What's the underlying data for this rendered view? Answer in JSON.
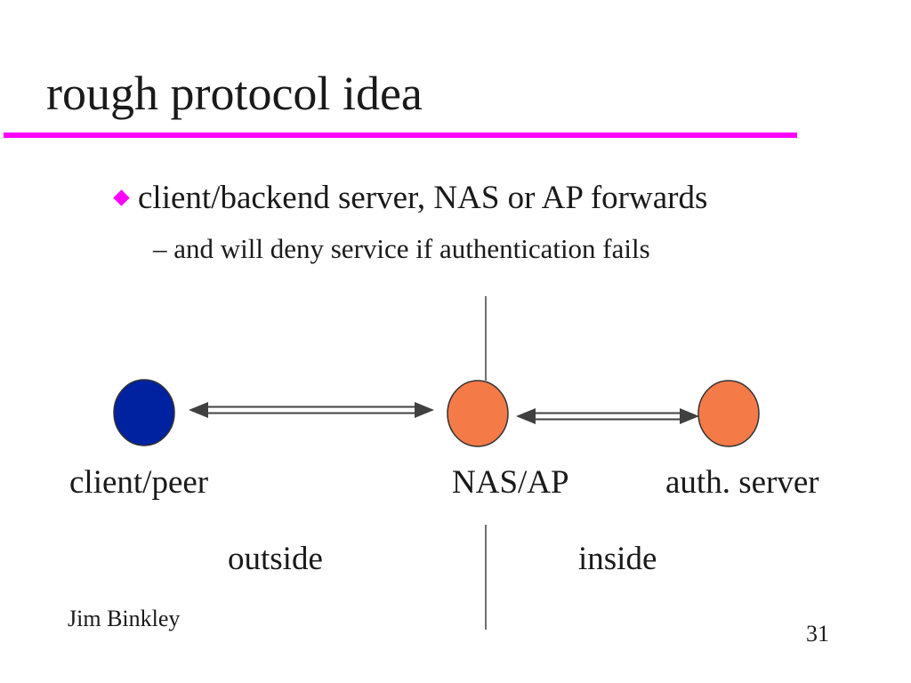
{
  "slide": {
    "title": "rough protocol idea",
    "bullet": "client/backend server, NAS or AP forwards",
    "sub_bullet": "– and will deny service if authentication fails"
  },
  "diagram": {
    "nodes": [
      {
        "id": "client",
        "label": "client/peer",
        "color": "#0022a0"
      },
      {
        "id": "nas",
        "label": "NAS/AP",
        "color": "#f47b48"
      },
      {
        "id": "auth",
        "label": "auth. server",
        "color": "#f47b48"
      }
    ],
    "edges": [
      {
        "from": "client",
        "to": "nas",
        "direction": "both"
      },
      {
        "from": "nas",
        "to": "auth",
        "direction": "both"
      }
    ],
    "regions": {
      "left": "outside",
      "right": "inside"
    }
  },
  "footer": {
    "author": "Jim Binkley",
    "page_number": "31"
  },
  "colors": {
    "accent": "#ff00ff",
    "line": "#404040"
  }
}
